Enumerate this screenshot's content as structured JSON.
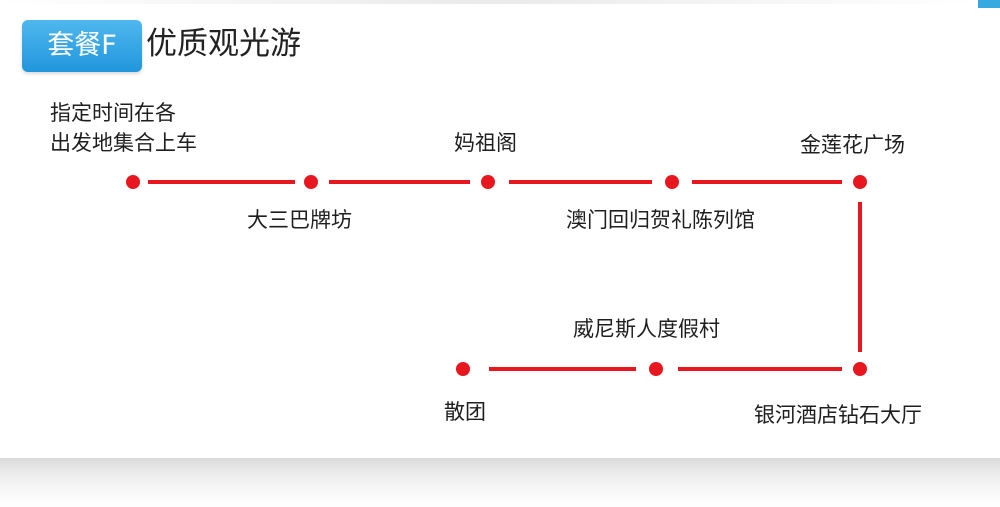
{
  "header": {
    "badge_label": "套餐F",
    "title": "优质观光游"
  },
  "route": {
    "line_color": "#e8161e",
    "stops": [
      {
        "id": "start",
        "label_lines": [
          "指定时间在各",
          "出发地集合上车"
        ]
      },
      {
        "id": "dasanba",
        "label": "大三巴牌坊"
      },
      {
        "id": "mazuge",
        "label": "妈祖阁"
      },
      {
        "id": "macau-return-exhibition",
        "label": "澳门回归贺礼陈列馆"
      },
      {
        "id": "golden-lotus-square",
        "label": "金莲花广场"
      },
      {
        "id": "galaxy-diamond-lobby",
        "label": "银河酒店钻石大厅"
      },
      {
        "id": "venetian-resort",
        "label": "威尼斯人度假村"
      },
      {
        "id": "dismiss",
        "label": "散团"
      }
    ]
  },
  "colors": {
    "badge": "#2a9ee2",
    "accent": "#36a9e1",
    "route": "#e8161e"
  }
}
